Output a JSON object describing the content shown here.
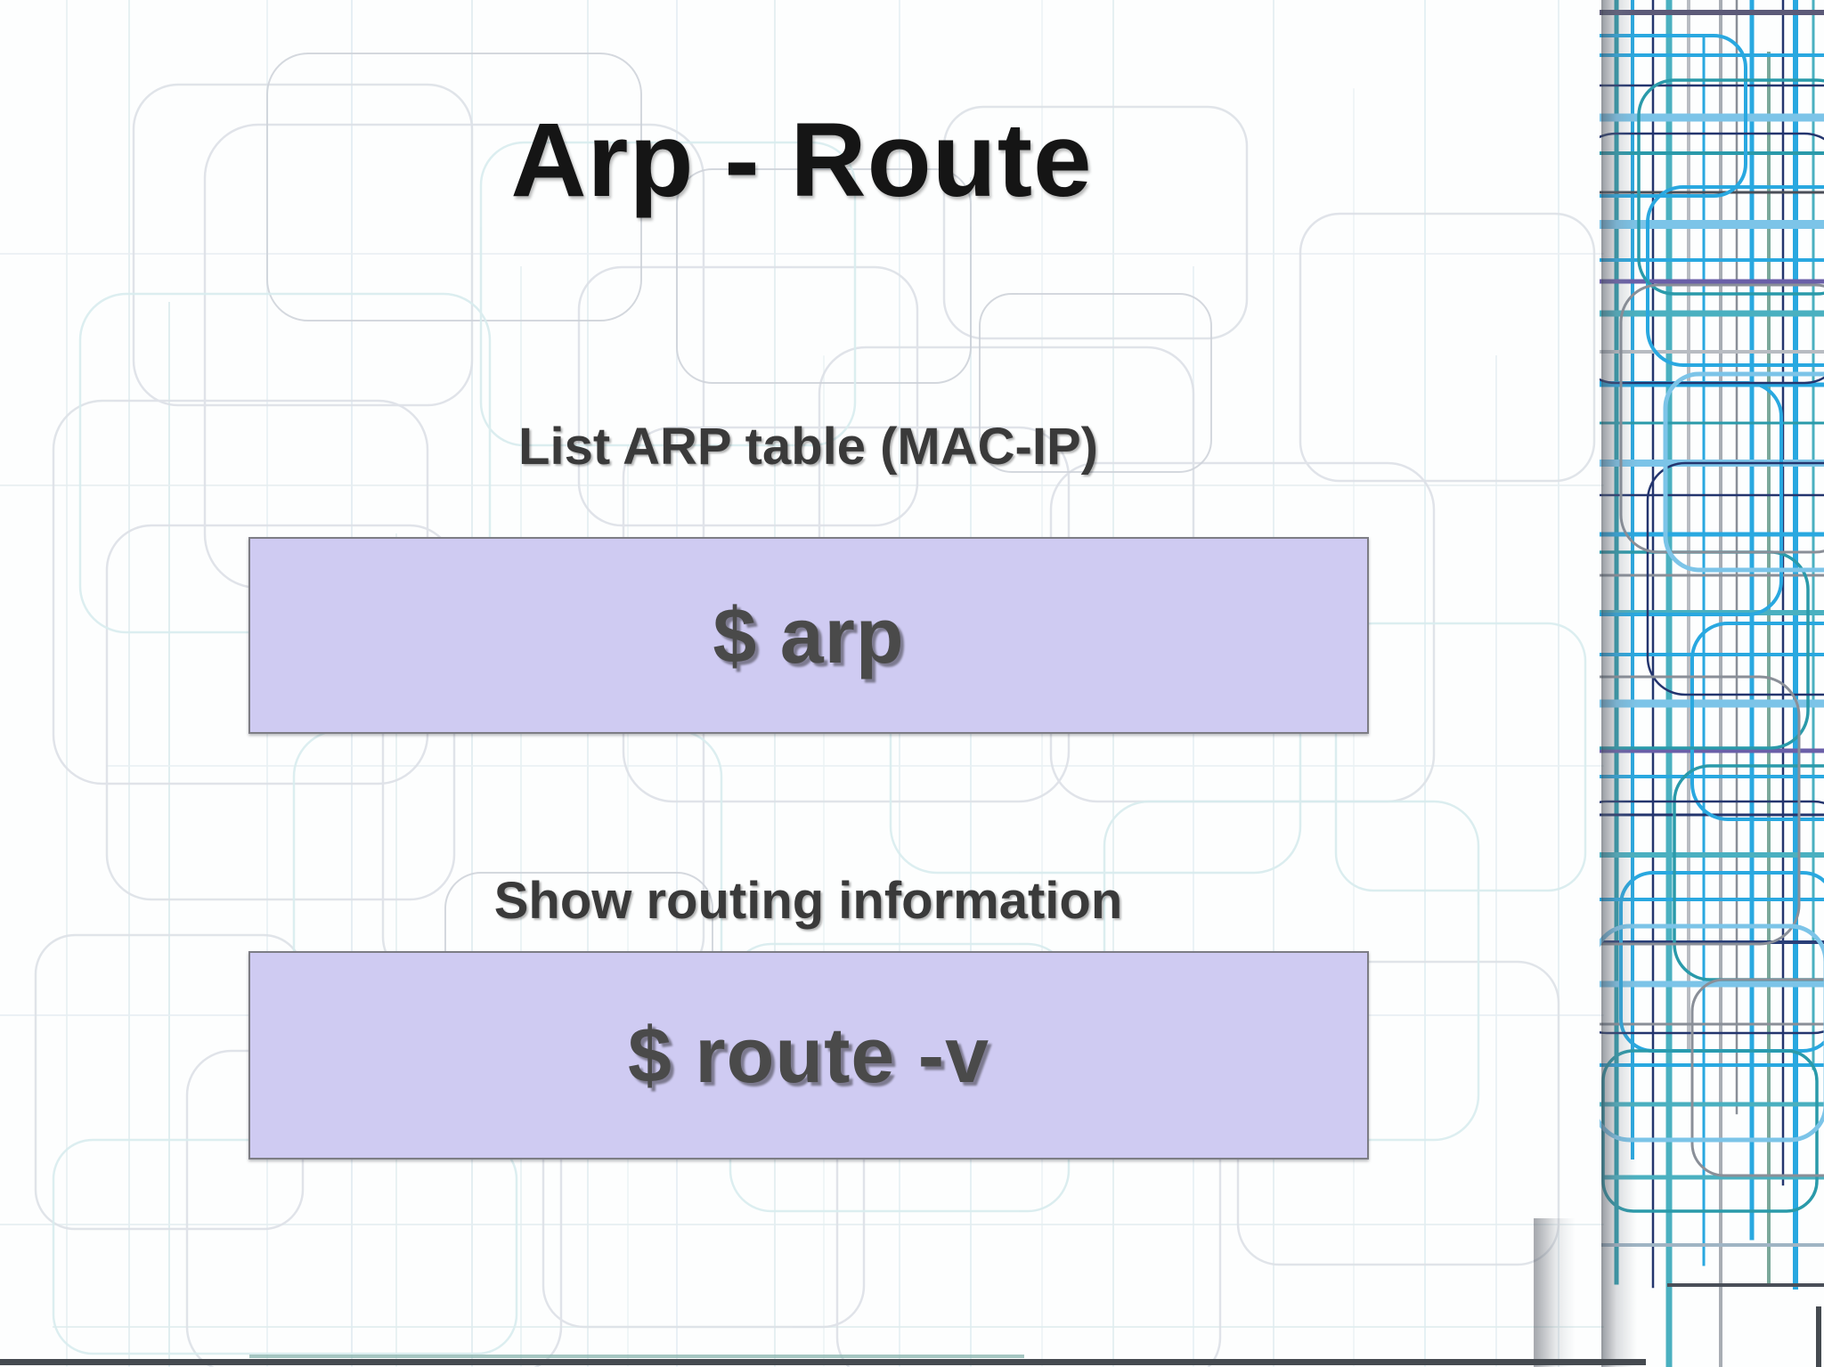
{
  "slide": {
    "title": "Arp - Route",
    "sections": [
      {
        "label": "List ARP table (MAC-IP)",
        "command": "$ arp"
      },
      {
        "label": "Show routing information",
        "command": "$ route -v"
      }
    ],
    "colors": {
      "command_box_fill": "#cfcbf2",
      "command_box_border": "#7d7d85",
      "command_text": "#4a4a4a",
      "title_text": "#151515",
      "label_text": "#3a3a3a",
      "pattern_blue": "#29a8e0",
      "pattern_teal": "#2a9aaa",
      "pattern_navy": "#24356e",
      "pattern_purple": "#6a5fa8",
      "pattern_gray": "#9aa0a8",
      "page_edge_dark": "#454a50"
    }
  }
}
